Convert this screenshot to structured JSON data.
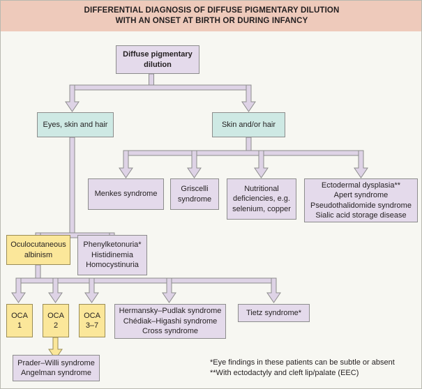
{
  "header": {
    "title": "DIFFERENTIAL DIAGNOSIS OF DIFFUSE PIGMENTARY DILUTION\nWITH AN ONSET AT BIRTH OR DURING INFANCY"
  },
  "colors": {
    "header_band": "#eecabb",
    "canvas": "#f7f7f2",
    "box_purple": "#e4daeb",
    "box_teal": "#cee9e4",
    "box_yellow": "#fbe79a",
    "connector_fill": "#ded3e6",
    "connector_stroke": "#8c8c8c",
    "connector_yellow_fill": "#fbe79a",
    "text": "#231f20"
  },
  "nodes": {
    "root": {
      "label": "Diffuse pigmentary\ndilution"
    },
    "eyes_skin_hair": {
      "label": "Eyes, skin and hair"
    },
    "skin_or_hair": {
      "label": "Skin and/or hair"
    },
    "menkes": {
      "label": "Menkes syndrome"
    },
    "griscelli": {
      "label": "Griscelli\nsyndrome"
    },
    "nutritional": {
      "label": "Nutritional\ndeficiencies, e.g.\nselenium, copper"
    },
    "ectodermal": {
      "label": "Ectodermal dysplasia**\nApert syndrome\nPseudothalidomide syndrome\nSialic acid storage disease"
    },
    "oculocutaneous": {
      "label": "Oculocutaneous\nalbinism"
    },
    "metabolic": {
      "label": "Phenylketonuria*\nHistidinemia\nHomocystinuria"
    },
    "oca1": {
      "label": "OCA\n1"
    },
    "oca2": {
      "label": "OCA\n2"
    },
    "oca37": {
      "label": "OCA\n3–7"
    },
    "hermansky": {
      "label": "Hermansky–Pudlak syndrome\nChédiak–Higashi syndrome\nCross syndrome"
    },
    "tietz": {
      "label": "Tietz syndrome*"
    },
    "prader_willi": {
      "label": "Prader–Willi syndrome\nAngelman syndrome"
    }
  },
  "footnotes": {
    "text": "*Eye findings in these patients can be subtle or absent\n**With ectodactyly and cleft lip/palate (EEC)"
  }
}
